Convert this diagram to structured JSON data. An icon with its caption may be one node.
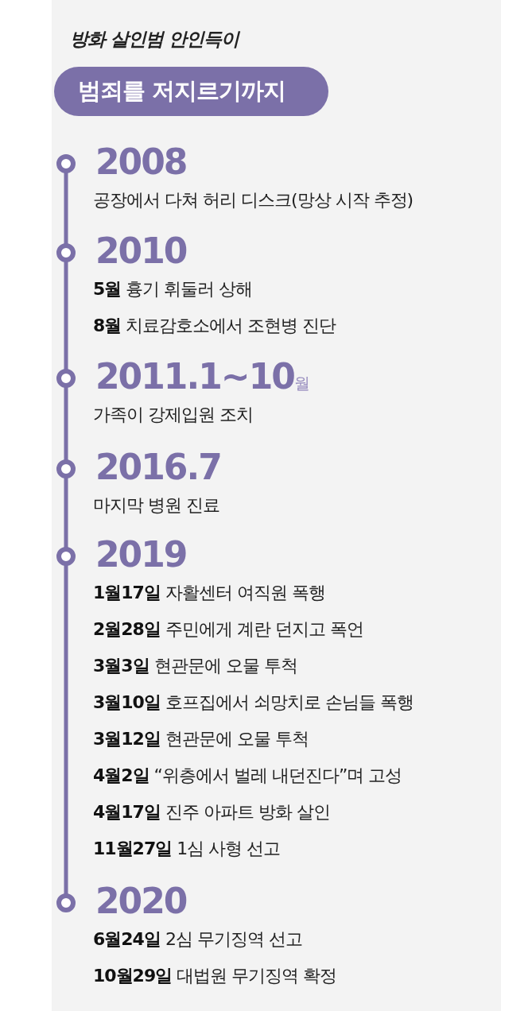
{
  "diagram": {
    "title": "방화 살인범 안인득이",
    "nodes": [
      {
        "text": [
          "범죄를 저지르기까지"
        ]
      },
      {
        "text": [
          "2008",
          "공장에서 다쳐 허리 디스크(망상 시작 추정)"
        ]
      },
      {
        "text": [
          "2010",
          "**5월** 흉기 휘둘러 상해",
          "**8월** 치료감호소에서 조현병 진단"
        ]
      },
      {
        "text": [
          "2011.1~10$_{월}$",
          "가족이 강제입원 조치"
        ]
      },
      {
        "text": [
          "2016.7",
          "마지막 병원 진료"
        ]
      },
      {
        "text": [
          "2019",
          "**1월17일** 자활센터 여직원 폭행",
          "**2월28일** 주민에게 계란 던지고 폭언",
          "**3월3일** 현관문에 오물 투척",
          "**3월10일** 호프집에서 쇠망치로 손님들 폭행",
          "**3월12일** 현관문에 오물 투척",
          "**4월2일** “위층에서 벌레 내던진다”며 고성",
          "**4월17일** 진주 아파트 방화 살인",
          "**11월27일** 1심 사형 선고"
        ]
      },
      {
        "text": [
          "2020",
          "**6월24일** 2심 무기징역 선고",
          "**10월29일** 대법원 무기징역 확정"
        ]
      }
    ]
  }
}
